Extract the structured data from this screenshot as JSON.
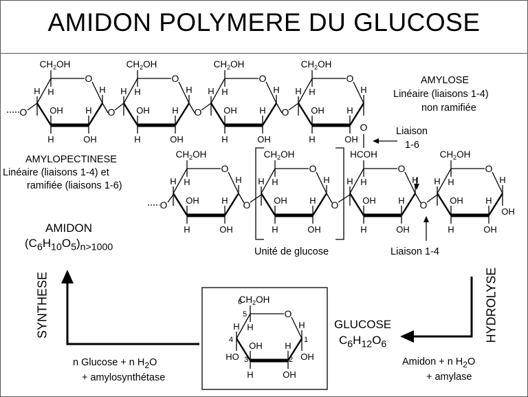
{
  "title": "AMIDON POLYMERE DU GLUCOSE",
  "atoms": {
    "ring_oxygen": "O",
    "hydrogen": "H",
    "hydroxyl": "OH",
    "hydroxyl_left": "HO",
    "methanol": "CH2OH",
    "bridge_c": "HCOH",
    "carbon_numbers": [
      "1",
      "2",
      "3",
      "4",
      "5",
      "6"
    ]
  },
  "amylose": {
    "title": "AMYLOSE",
    "line1": "Linéaire (liaisons 1-4)",
    "line2": "non ramifiée"
  },
  "amylopectine": {
    "title": "AMYLOPECTINESE",
    "line1": "Linéaire (liaisons 1-4) et",
    "line2": "ramifiée (liaisons 1-6)"
  },
  "liaison_16": {
    "line1": "Liaison",
    "line2": "1-6"
  },
  "liaison_14": "Liaison 1-4",
  "unit_label": "Unité de glucose",
  "amidon": {
    "name": "AMIDON",
    "formula": "(C6H10O5)n>1000"
  },
  "glucose": {
    "name": "GLUCOSE",
    "formula": "C6H12O6"
  },
  "synthese": "SYNTHESE",
  "hydrolyse": "HYDROLYSE",
  "synthesis_reaction": {
    "line1": "n Glucose + n H2O",
    "line2": "+ amylosynthétase"
  },
  "hydrolysis_reaction": {
    "line1": "Amidon + n H2O",
    "line2": "+ amylase"
  }
}
